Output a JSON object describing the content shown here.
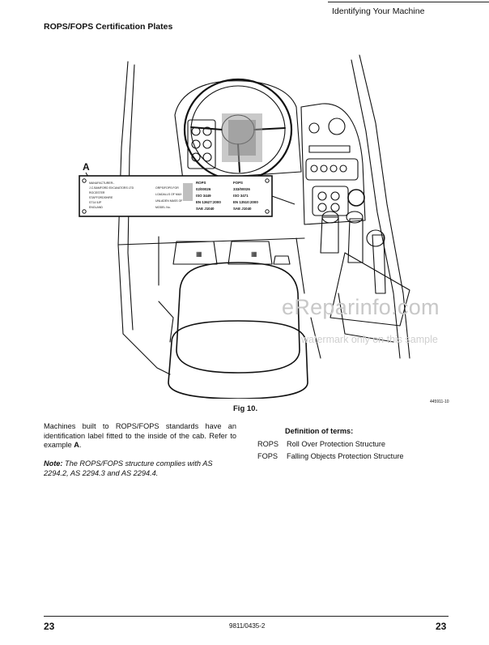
{
  "header": {
    "title": "Identifying Your Machine"
  },
  "section_title": "ROPS/FOPS Certification Plates",
  "figure": {
    "callout_letter": "A",
    "caption": "Fig 10.",
    "ref": "445911-10",
    "plate": {
      "left_lines": [
        "MANUFACTURER:-",
        "J.C.BAMFORD EXCAVATORS LTD",
        "ROCESTER",
        "STAFFORDSHIRE",
        "ST14 5JP",
        "ENGLAND"
      ],
      "mid_lines": [
        "ORPS/FOPS FOR",
        "LOADALLS OF MAX",
        "UNLADEN MASS OF",
        "MODEL No."
      ],
      "col1_lines": [
        "ROPS",
        "02/00026",
        "ISO 3449",
        "EN 13627:2000",
        "SAE J1040"
      ],
      "col2_lines": [
        "FOPS",
        "333/00026",
        "ISO 3471",
        "EN 13510:2000",
        "SAE J1040"
      ]
    }
  },
  "paragraph": {
    "text_before": "Machines built to ROPS/FOPS standards have an identification label fitted to the inside of the cab. Refer to example ",
    "ref_letter": "A",
    "text_after": "."
  },
  "note": {
    "label": "Note:",
    "text": " The ROPS/FOPS structure complies with AS 2294.2, AS 2294.3 and AS 2294.4."
  },
  "definitions": {
    "title": "Definition of terms:",
    "items": [
      {
        "abbr": "ROPS",
        "meaning": "Roll Over Protection Structure"
      },
      {
        "abbr": "FOPS",
        "meaning": "Falling Objects Protection Structure"
      }
    ]
  },
  "watermark": {
    "line1": "eReparinfo.com",
    "line2": "watermark only on this sample"
  },
  "footer": {
    "page_left": "23",
    "doc_number": "9811/0435-2",
    "page_right": "23"
  }
}
